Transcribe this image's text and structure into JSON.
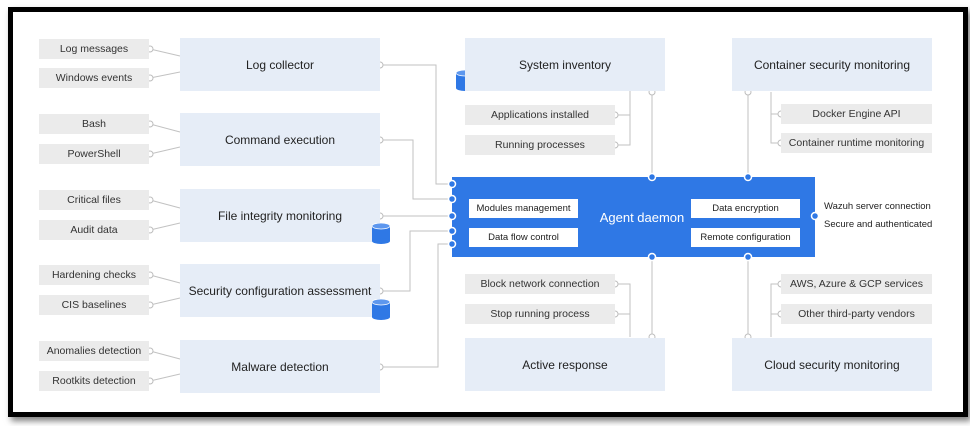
{
  "daemon": {
    "title": "Agent daemon",
    "modules": [
      "Modules management",
      "Data flow control"
    ],
    "security": [
      "Data encryption",
      "Remote configuration"
    ]
  },
  "connection": {
    "line1": "Wazuh server connection",
    "line2": "Secure and authenticated"
  },
  "left_groups": [
    {
      "title": "Log collector",
      "items": [
        "Log messages",
        "Windows events"
      ]
    },
    {
      "title": "Command execution",
      "items": [
        "Bash",
        "PowerShell"
      ]
    },
    {
      "title": "File integrity monitoring",
      "items": [
        "Critical files",
        "Audit data"
      ]
    },
    {
      "title": "Security configuration assessment",
      "items": [
        "Hardening checks",
        "CIS baselines"
      ]
    },
    {
      "title": "Malware detection",
      "items": [
        "Anomalies detection",
        "Rootkits detection"
      ]
    }
  ],
  "system_inventory": {
    "title": "System inventory",
    "items": [
      "Applications installed",
      "Running processes"
    ]
  },
  "active_response": {
    "title": "Active response",
    "items": [
      "Block network connection",
      "Stop running process"
    ]
  },
  "container_monitoring": {
    "title": "Container security monitoring",
    "items": [
      "Docker Engine API",
      "Container runtime monitoring"
    ]
  },
  "cloud_monitoring": {
    "title": "Cloud security monitoring",
    "items": [
      "AWS, Azure & GCP services",
      "Other third-party vendors"
    ]
  },
  "colors": {
    "daemon": "#2f78e5",
    "module_box": "#e6edf7",
    "item_box": "#ebebeb",
    "wire": "#c2c2c2",
    "database_icon": "#2f78e5"
  }
}
